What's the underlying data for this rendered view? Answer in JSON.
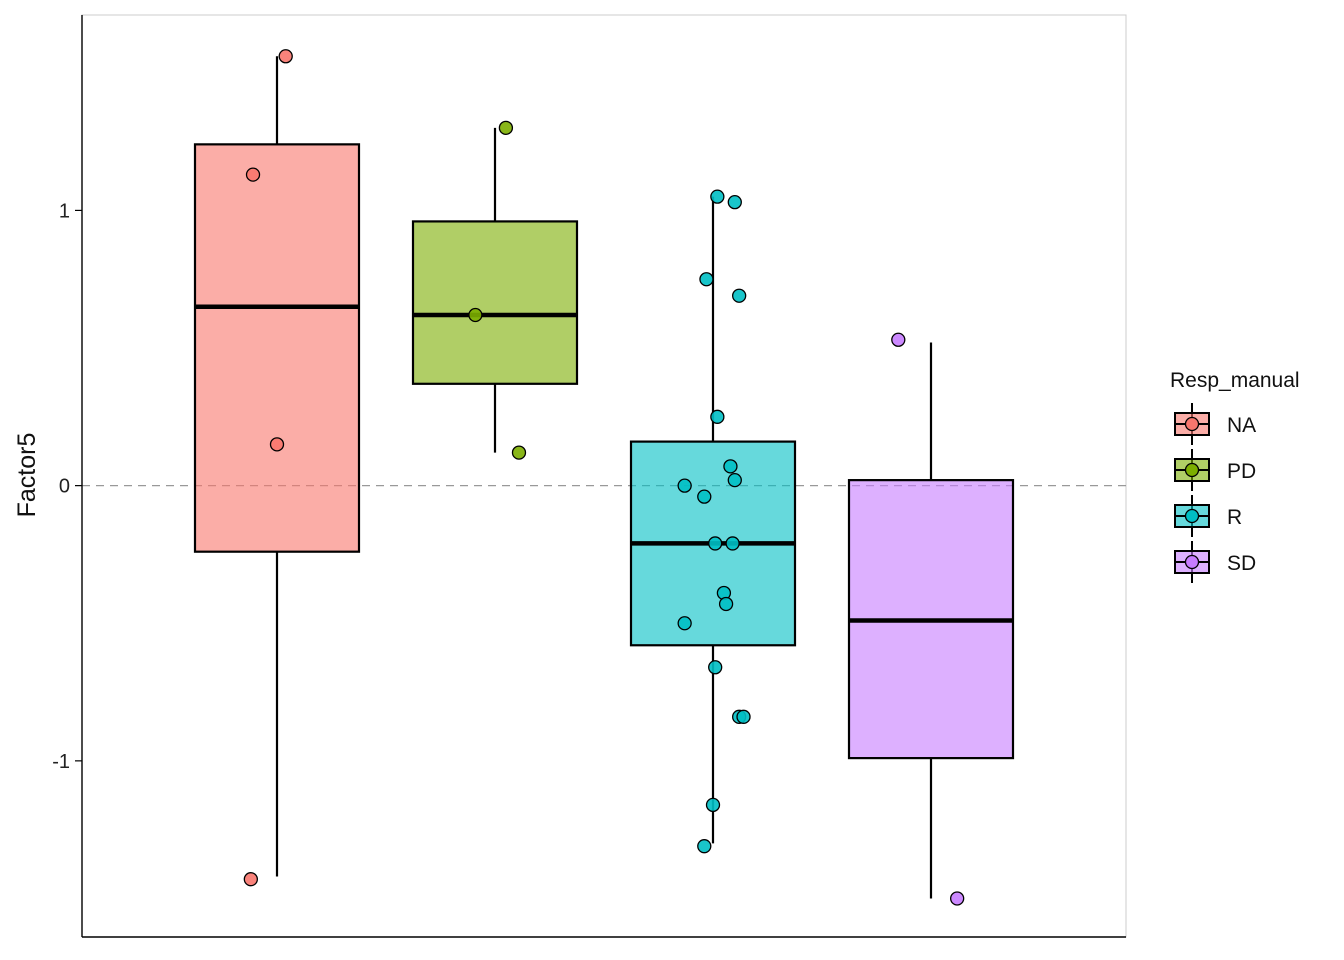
{
  "chart_data": {
    "type": "box",
    "ylabel": "Factor5",
    "xlabel": "",
    "ylim": [
      -1.64,
      1.71
    ],
    "yticks": [
      {
        "value": -1,
        "label": "-1"
      },
      {
        "value": 0,
        "label": "0"
      },
      {
        "value": 1,
        "label": "1"
      }
    ],
    "reference_line": {
      "y": 0,
      "style": "dashed",
      "color": "#999999"
    },
    "legend": {
      "title": "Resp_manual",
      "position": "right"
    },
    "groups": [
      {
        "name": "NA",
        "color": "#F8766D",
        "box": {
          "q1": -0.24,
          "median": 0.65,
          "q3": 1.24,
          "whisker_low": -1.42,
          "whisker_high": 1.56
        },
        "points": [
          {
            "x": 0.04,
            "y": 1.56
          },
          {
            "x": -0.11,
            "y": 1.13
          },
          {
            "x": 0.0,
            "y": 0.15
          },
          {
            "x": -0.12,
            "y": -1.43
          }
        ]
      },
      {
        "name": "PD",
        "color": "#7CAE00",
        "box": {
          "q1": 0.37,
          "median": 0.62,
          "q3": 0.96,
          "whisker_low": 0.12,
          "whisker_high": 1.3
        },
        "points": [
          {
            "x": 0.05,
            "y": 1.3
          },
          {
            "x": -0.09,
            "y": 0.62
          },
          {
            "x": 0.11,
            "y": 0.12
          }
        ]
      },
      {
        "name": "R",
        "color": "#00BFC4",
        "box": {
          "q1": -0.58,
          "median": -0.21,
          "q3": 0.16,
          "whisker_low": -1.3,
          "whisker_high": 1.05
        },
        "points": [
          {
            "x": 0.02,
            "y": 1.05
          },
          {
            "x": 0.1,
            "y": 1.03
          },
          {
            "x": -0.03,
            "y": 0.75
          },
          {
            "x": 0.12,
            "y": 0.69
          },
          {
            "x": 0.02,
            "y": 0.25
          },
          {
            "x": 0.08,
            "y": 0.07
          },
          {
            "x": 0.1,
            "y": 0.02
          },
          {
            "x": -0.13,
            "y": 0.0
          },
          {
            "x": -0.04,
            "y": -0.04
          },
          {
            "x": 0.01,
            "y": -0.21
          },
          {
            "x": 0.09,
            "y": -0.21
          },
          {
            "x": 0.05,
            "y": -0.39
          },
          {
            "x": 0.06,
            "y": -0.43
          },
          {
            "x": -0.13,
            "y": -0.5
          },
          {
            "x": 0.01,
            "y": -0.66
          },
          {
            "x": 0.12,
            "y": -0.84
          },
          {
            "x": 0.14,
            "y": -0.84
          },
          {
            "x": 0.0,
            "y": -1.16
          },
          {
            "x": -0.04,
            "y": -1.31
          }
        ]
      },
      {
        "name": "SD",
        "color": "#C77CFF",
        "box": {
          "q1": -0.99,
          "median": -0.49,
          "q3": 0.02,
          "whisker_low": -1.5,
          "whisker_high": 0.52
        },
        "points": [
          {
            "x": -0.15,
            "y": 0.53
          },
          {
            "x": 0.12,
            "y": -1.5
          }
        ]
      }
    ]
  }
}
